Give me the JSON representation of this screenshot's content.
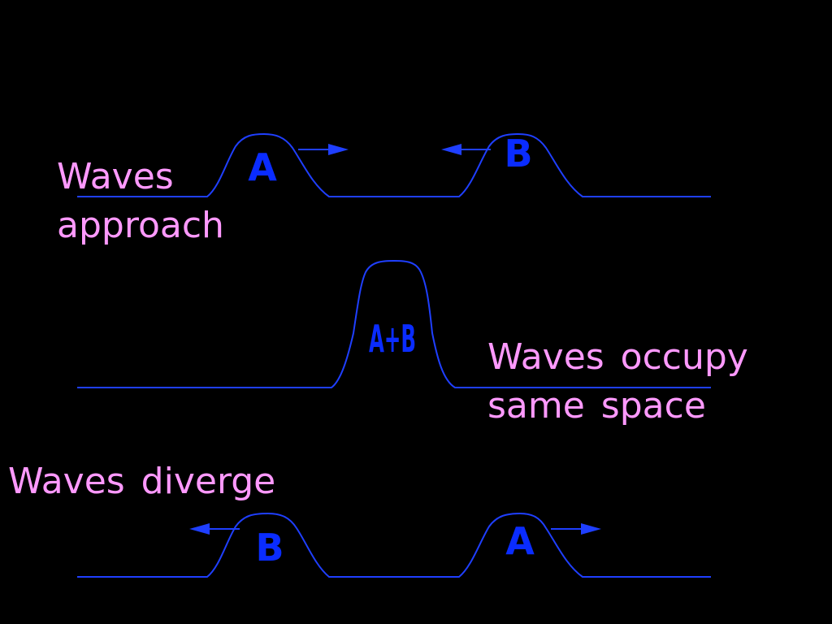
{
  "captions": {
    "approach": [
      "Waves",
      "approach"
    ],
    "overlap": [
      "Waves occupy",
      "same space"
    ],
    "diverge": "Waves diverge"
  },
  "pulse_labels": {
    "approach_left": "A",
    "approach_right": "B",
    "overlap": "A+B",
    "diverge_left": "B",
    "diverge_right": "A"
  },
  "colors": {
    "background": "#000000",
    "caption": "#ff99ff",
    "wave": "#1f3fff",
    "pulse_label": "#0a2cff"
  }
}
